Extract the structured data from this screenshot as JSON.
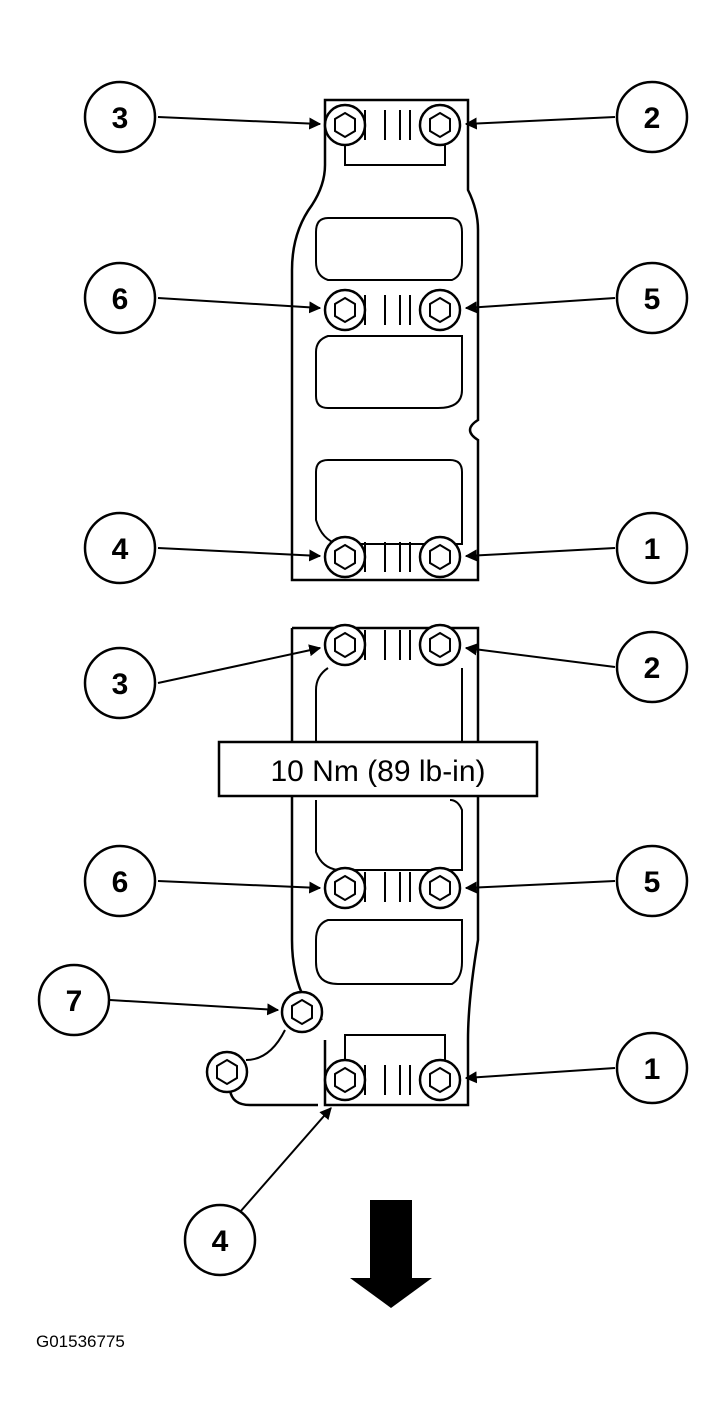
{
  "diagram": {
    "torque_label": "10 Nm (89 lb-in)",
    "figure_id": "G01536775",
    "upper_callouts": [
      "3",
      "2",
      "6",
      "5",
      "4",
      "1"
    ],
    "lower_callouts": [
      "3",
      "2",
      "6",
      "5",
      "7",
      "1",
      "4"
    ],
    "direction_arrow": "down-arrow-icon",
    "colors": {
      "line": "#000000",
      "background": "#ffffff"
    }
  }
}
